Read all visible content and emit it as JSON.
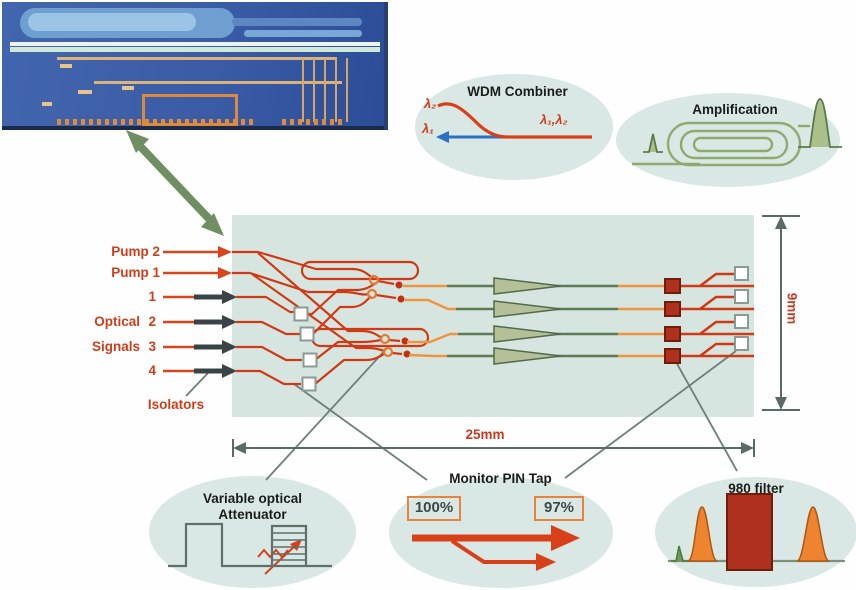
{
  "figure": {
    "type": "optical-amplifier-chip-diagram",
    "labels": {
      "pump2": "Pump 2",
      "pump1": "Pump 1",
      "optical": "Optical",
      "signals": "Signals",
      "sig1": "1",
      "sig2": "2",
      "sig3": "3",
      "sig4": "4",
      "isolators": "Isolators"
    },
    "dimensions": {
      "chip_width": "25mm",
      "chip_height": "9mm"
    },
    "callouts": {
      "wdm": {
        "title": "WDM Combiner",
        "lambda2": "λ₂",
        "lambda1": "λ₁",
        "lambda_out": "λ₁,λ₂"
      },
      "amplification": {
        "title": "Amplification"
      },
      "voa": {
        "title_line1": "Variable optical",
        "title_line2": "Attenuator"
      },
      "monitor": {
        "title": "Monitor PIN Tap",
        "input_pct": "100%",
        "output_pct": "97%"
      },
      "filter980": {
        "title": "980 filter"
      }
    },
    "colors": {
      "chip_background": "#d7e5e1",
      "oval_background": "#d9e8e4",
      "waveguide_red": "#cf3a14",
      "waveguide_orange": "#ef9540",
      "waveguide_green": "#5d7a52",
      "amplifier_fill": "#b5c098",
      "filter_square": "#b03020",
      "isolator_black": "#3a4446",
      "label_red": "#cc3d1a",
      "dimension_gray": "#5a6a66",
      "callout_gray": "#6e7f78",
      "arrow_green": "#6f8f63",
      "tap_ring_orange": "#e07b2f",
      "pin_dot_red": "#c23010",
      "photo_blue": "#3a5ca6"
    }
  }
}
